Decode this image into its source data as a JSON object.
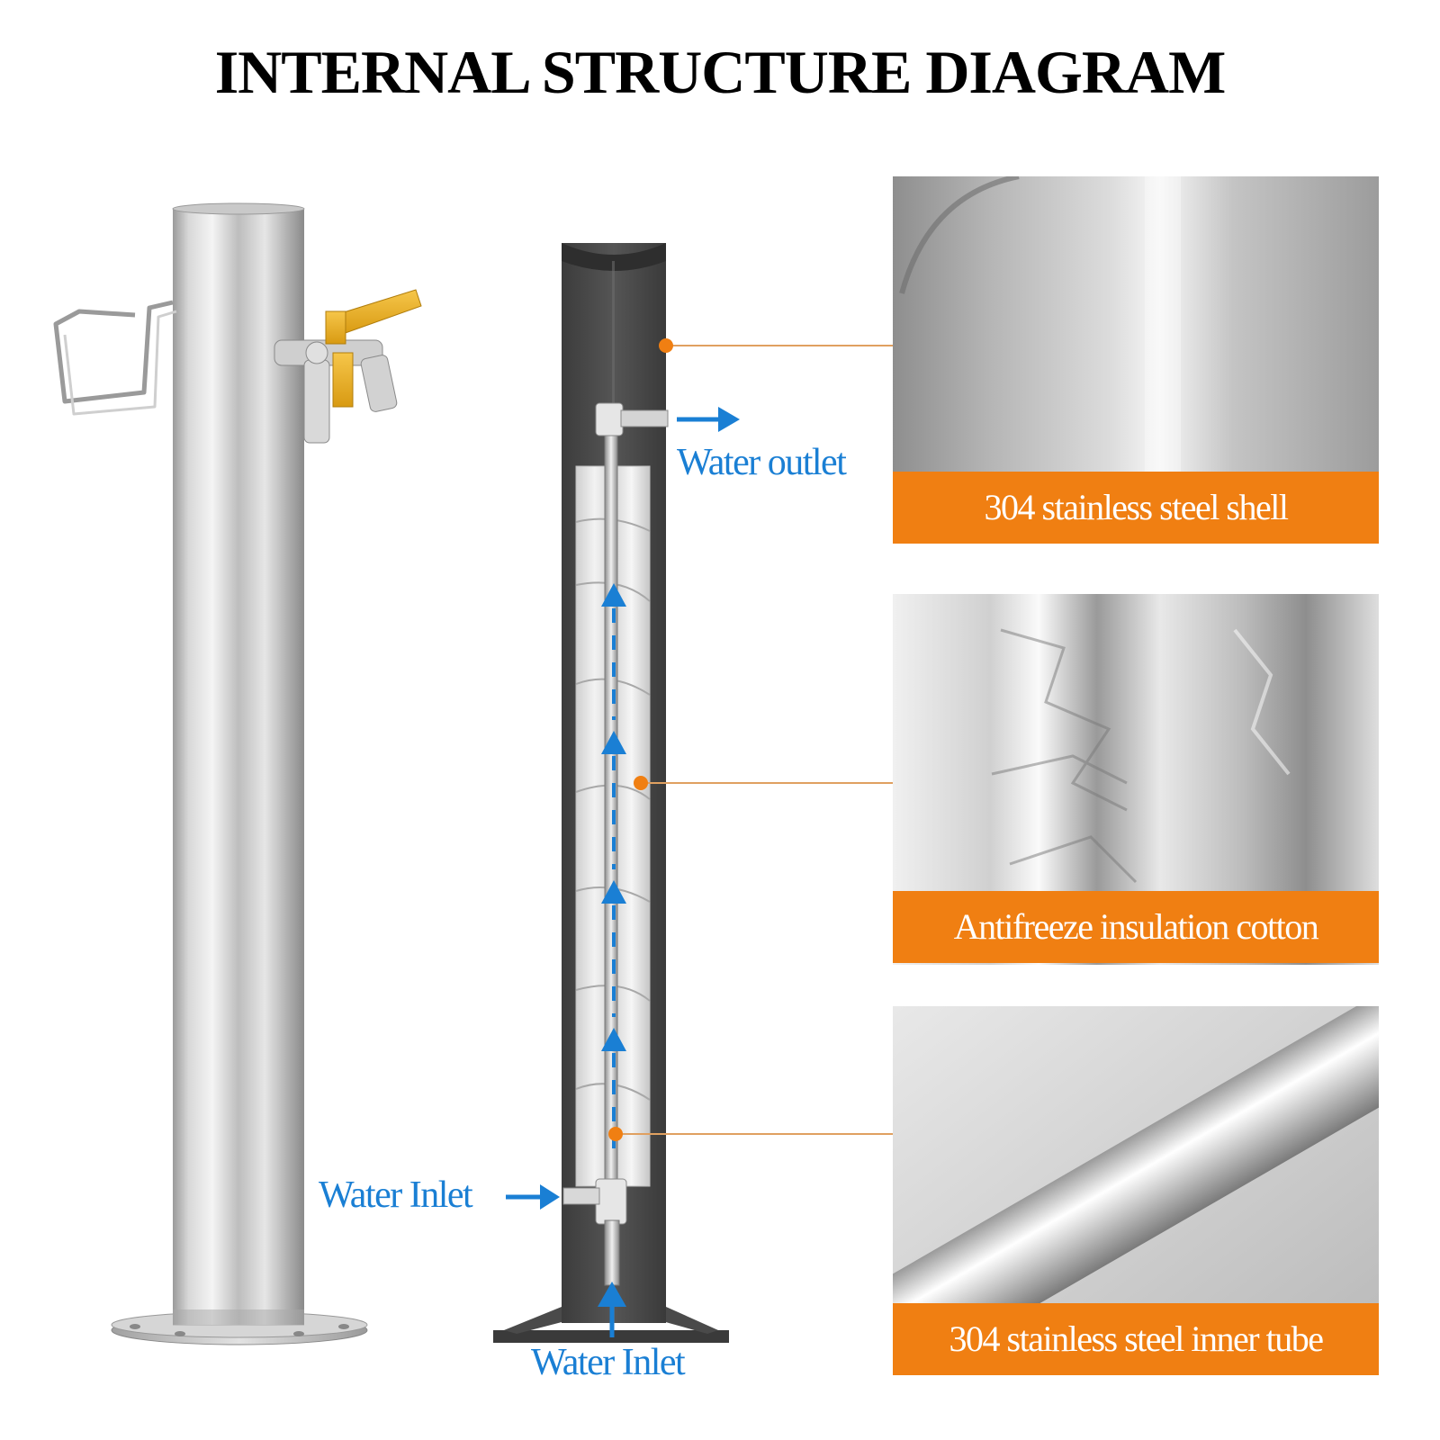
{
  "title": "INTERNAL STRUCTURE DIAGRAM",
  "callouts": {
    "water_outlet": "Water outlet",
    "water_inlet_side": "Water Inlet",
    "water_inlet_bottom": "Water Inlet"
  },
  "panels": [
    {
      "label": "304 stainless steel shell"
    },
    {
      "label": "Antifreeze insulation cotton"
    },
    {
      "label": "304 stainless steel inner tube"
    }
  ],
  "colors": {
    "accent_orange": "#f07f12",
    "flow_blue": "#1a7fd4",
    "title": "#000000"
  }
}
